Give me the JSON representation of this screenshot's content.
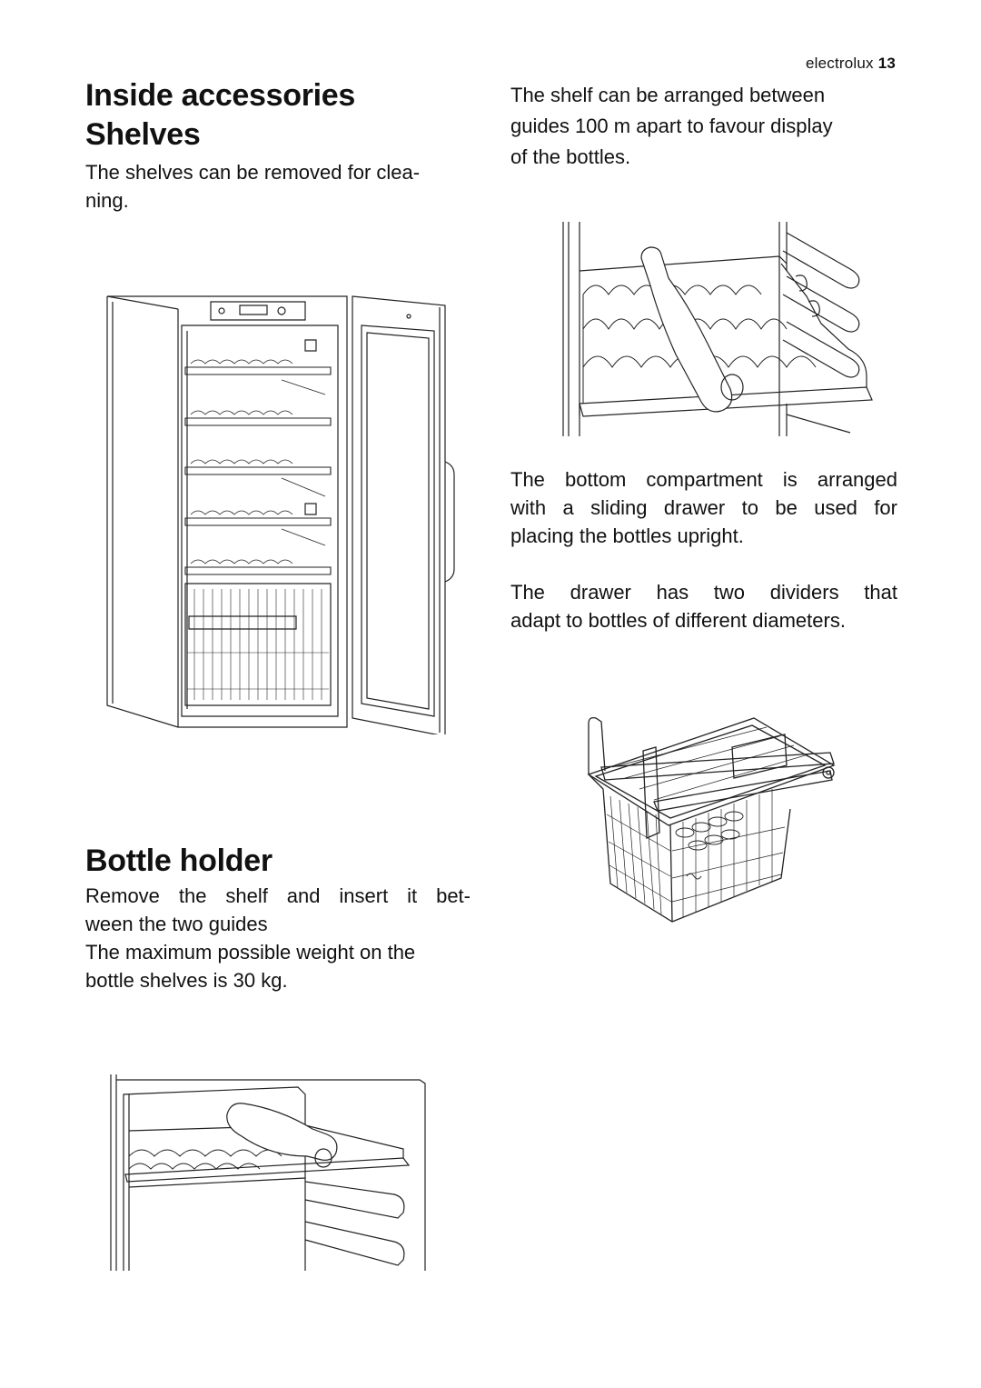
{
  "header": {
    "brand": "electrolux",
    "page_number": "13"
  },
  "left": {
    "title_line1": "Inside accessories",
    "title_line2": "Shelves",
    "shelves_text_1": "The shelves can be removed for clea-",
    "shelves_text_2": "ning.",
    "bottle_holder_title": "Bottle holder",
    "bottle_text_1": "Remove the shelf and insert it bet-",
    "bottle_text_2": "ween the two guides",
    "bottle_text_3": "The maximum possible weight on the",
    "bottle_text_4": "bottle shelves is 30 kg."
  },
  "right": {
    "shelf_text_1": "The shelf can be arranged between",
    "shelf_text_2": "guides 100 m apart to favour display",
    "shelf_text_3": "of the bottles.",
    "bottom_text_1": "The bottom compartment is arranged",
    "bottom_text_2": "with a sliding drawer to be used for",
    "bottom_text_3": "placing the bottles upright.",
    "drawer_text_1": "The drawer has two dividers that",
    "drawer_text_2": "adapt to bottles of different diameters."
  },
  "illustrations": [
    {
      "name": "wine-cabinet-illustration"
    },
    {
      "name": "bottle-shelf-between-guides-illustration"
    },
    {
      "name": "sliding-drawer-basket-illustration"
    },
    {
      "name": "bottle-shelf-closeup-illustration"
    }
  ]
}
